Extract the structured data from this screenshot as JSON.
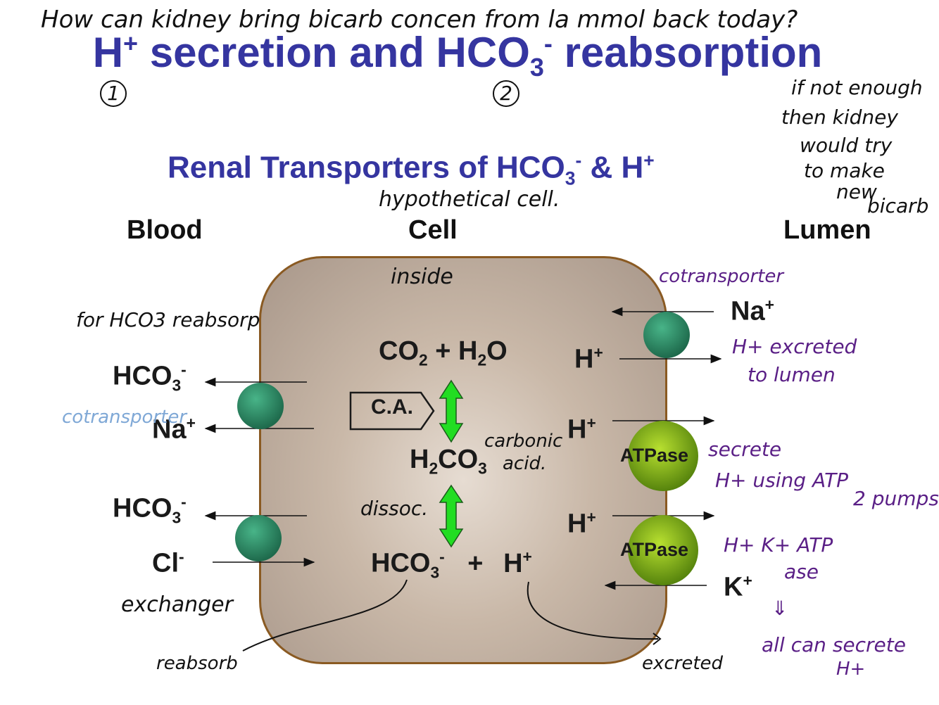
{
  "title": {
    "prefix": "H",
    "prefix_sup": "+",
    "middle": " secretion and HCO",
    "middle_sub": "3",
    "middle_sup": "-",
    "suffix": " reabsorption"
  },
  "subtitle": {
    "a": "Renal Transporters of HCO",
    "a_sub": "3",
    "a_sup": "-",
    "b": " & H",
    "b_sup": "+"
  },
  "columns": {
    "blood": "Blood",
    "cell": "Cell",
    "lumen": "Lumen"
  },
  "cell_labels": {
    "co2": "CO",
    "co2_sub": "2",
    "plus1": " + H",
    "h2o_sub": "2",
    "o": "O",
    "ca": "C.A.",
    "h2co3_h": "H",
    "h2co3_sub1": "2",
    "h2co3_co": "CO",
    "h2co3_sub2": "3",
    "hco3": "HCO",
    "hco3_sub": "3",
    "hco3_sup": "-",
    "plus2": "+",
    "hplus": "H",
    "hplus_sup": "+"
  },
  "blood_labels": {
    "hco3_1": "HCO",
    "hco3_1_sub": "3",
    "hco3_1_sup": "-",
    "na": "Na",
    "na_sup": "+",
    "hco3_2": "HCO",
    "hco3_2_sub": "3",
    "hco3_2_sup": "-",
    "cl": "Cl",
    "cl_sup": "-"
  },
  "lumen_labels": {
    "na": "Na",
    "na_sup": "+",
    "h1": "H",
    "h1_sup": "+",
    "h2": "H",
    "h2_sup": "+",
    "h3": "H",
    "h3_sup": "+",
    "k": "K",
    "k_sup": "+",
    "atpase1": "ATPase",
    "atpase2": "ATPase"
  },
  "handwriting": {
    "top_question": "How can kidney bring bicarb concen from la mmol back today?",
    "num1": "1",
    "num2": "2",
    "if_not": "if not enough",
    "then_kidney": "then kidney",
    "would_try": "would try",
    "to_make": "to make",
    "new": "new",
    "bicarb": "bicarb",
    "hypothetical": "hypothetical cell.",
    "inside": "inside",
    "cotransporter_right": "cotransporter",
    "for_hco3": "for HCO3 reabsorp",
    "cotransporter_left": "cotransporter",
    "carbonic": "carbonic",
    "acid": "acid.",
    "dissoc": "dissoc.",
    "h_excreted": "H+ excreted",
    "to_lumen": "to lumen",
    "secrete": "secrete",
    "h_using_atp": "H+ using ATP",
    "two_pumps": "2 pumps",
    "hk_atp": "H+ K+ ATP",
    "ase": "ase",
    "all_can_secrete": "all can secrete",
    "h_plus": "H+",
    "exchanger": "exchanger",
    "reabsorb": "reabsorb",
    "excreted": "excreted"
  },
  "colors": {
    "title": "#3535a0",
    "cell_border": "#8a5a22",
    "transporter_teal": "#2e8a66",
    "atpase_green": "#6a9e12",
    "arrow_green": "#22dd22",
    "handwriting_purple": "#5a1f86",
    "handwriting_blue": "#7fa8d6"
  }
}
